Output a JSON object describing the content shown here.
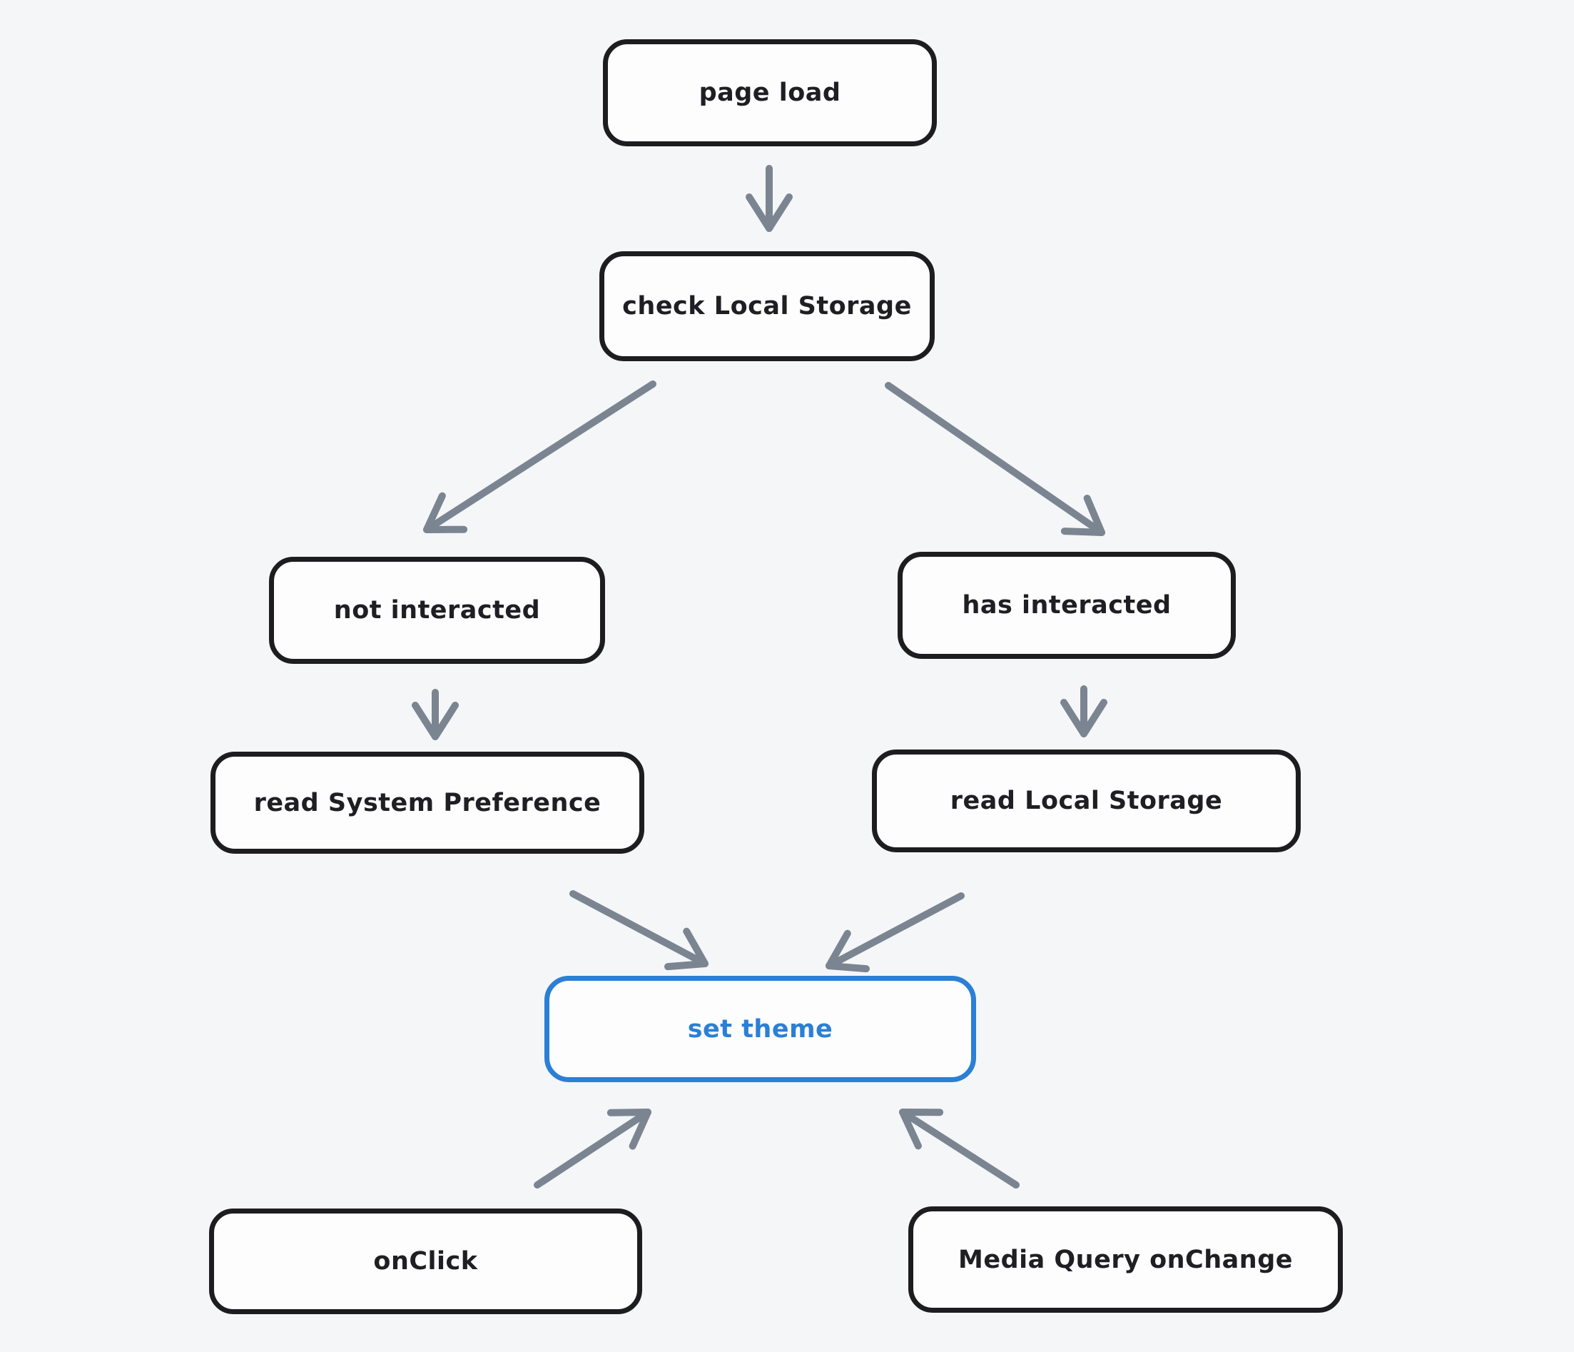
{
  "canvas": {
    "background": "#f5f6f8"
  },
  "colors": {
    "node_border": "#1d1d20",
    "node_fill": "#fdfdfe",
    "node_text": "#1f1f23",
    "accent_blue": "#2b7fd6",
    "arrow_gray": "#7b8591"
  },
  "diagram": {
    "nodes": [
      {
        "id": "page-load",
        "label": "page load"
      },
      {
        "id": "check-local-storage",
        "label": "check Local Storage"
      },
      {
        "id": "not-interacted",
        "label": "not interacted"
      },
      {
        "id": "has-interacted",
        "label": "has interacted"
      },
      {
        "id": "read-system-preference",
        "label": "read System Preference"
      },
      {
        "id": "read-local-storage",
        "label": "read Local Storage"
      },
      {
        "id": "set-theme",
        "label": "set theme",
        "accent": true
      },
      {
        "id": "onclick",
        "label": "onClick"
      },
      {
        "id": "media-query-onchange",
        "label": "Media Query onChange"
      }
    ],
    "edges": [
      {
        "from": "page-load",
        "to": "check-local-storage"
      },
      {
        "from": "check-local-storage",
        "to": "not-interacted"
      },
      {
        "from": "check-local-storage",
        "to": "has-interacted"
      },
      {
        "from": "not-interacted",
        "to": "read-system-preference"
      },
      {
        "from": "has-interacted",
        "to": "read-local-storage"
      },
      {
        "from": "read-system-preference",
        "to": "set-theme"
      },
      {
        "from": "read-local-storage",
        "to": "set-theme"
      },
      {
        "from": "onclick",
        "to": "set-theme"
      },
      {
        "from": "media-query-onchange",
        "to": "set-theme"
      }
    ]
  }
}
